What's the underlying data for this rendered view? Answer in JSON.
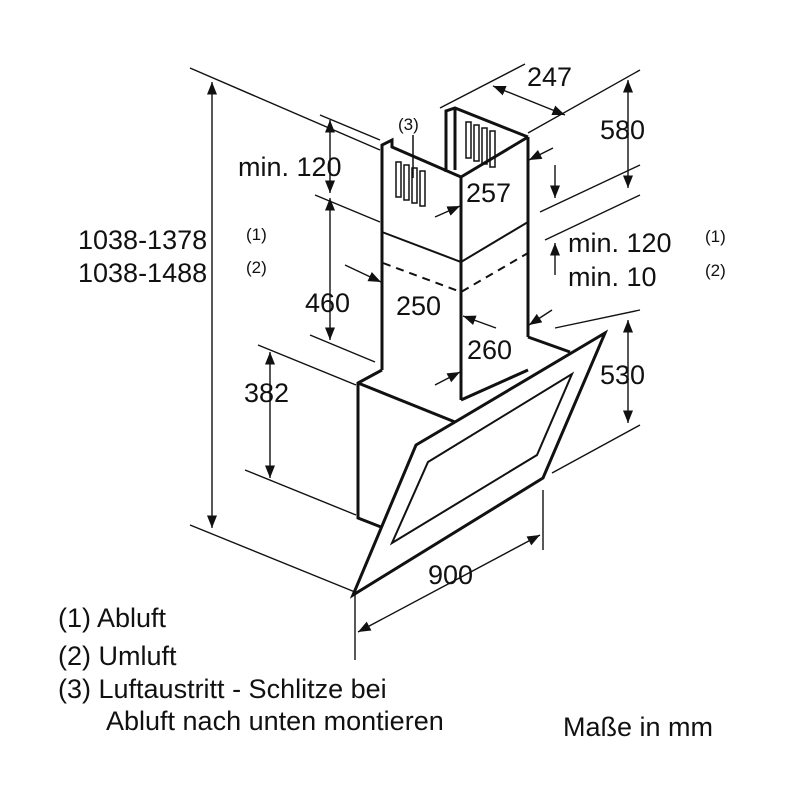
{
  "dimensions": {
    "width_top": "247",
    "height_top": "580",
    "min_top": "min. 120",
    "total_height_1": "1038-1378",
    "total_height_1_note": "(1)",
    "total_height_2": "1038-1488",
    "total_height_2_note": "(2)",
    "chimney_depth_upper": "257",
    "gap_1": "min. 120",
    "gap_1_note": "(1)",
    "gap_2": "min. 10",
    "gap_2_note": "(2)",
    "chimney_lower": "460",
    "chimney_width": "250",
    "chimney_depth_lower": "260",
    "hood_height": "530",
    "body_height": "382",
    "hood_width": "900",
    "slots_callout": "(3)"
  },
  "legend": {
    "item1": "(1) Abluft",
    "item2": "(2) Umluft",
    "item3_line1": "(3) Luftaustritt - Schlitze bei",
    "item3_line2": "Abluft nach unten montieren"
  },
  "units_note": "Maße in mm"
}
